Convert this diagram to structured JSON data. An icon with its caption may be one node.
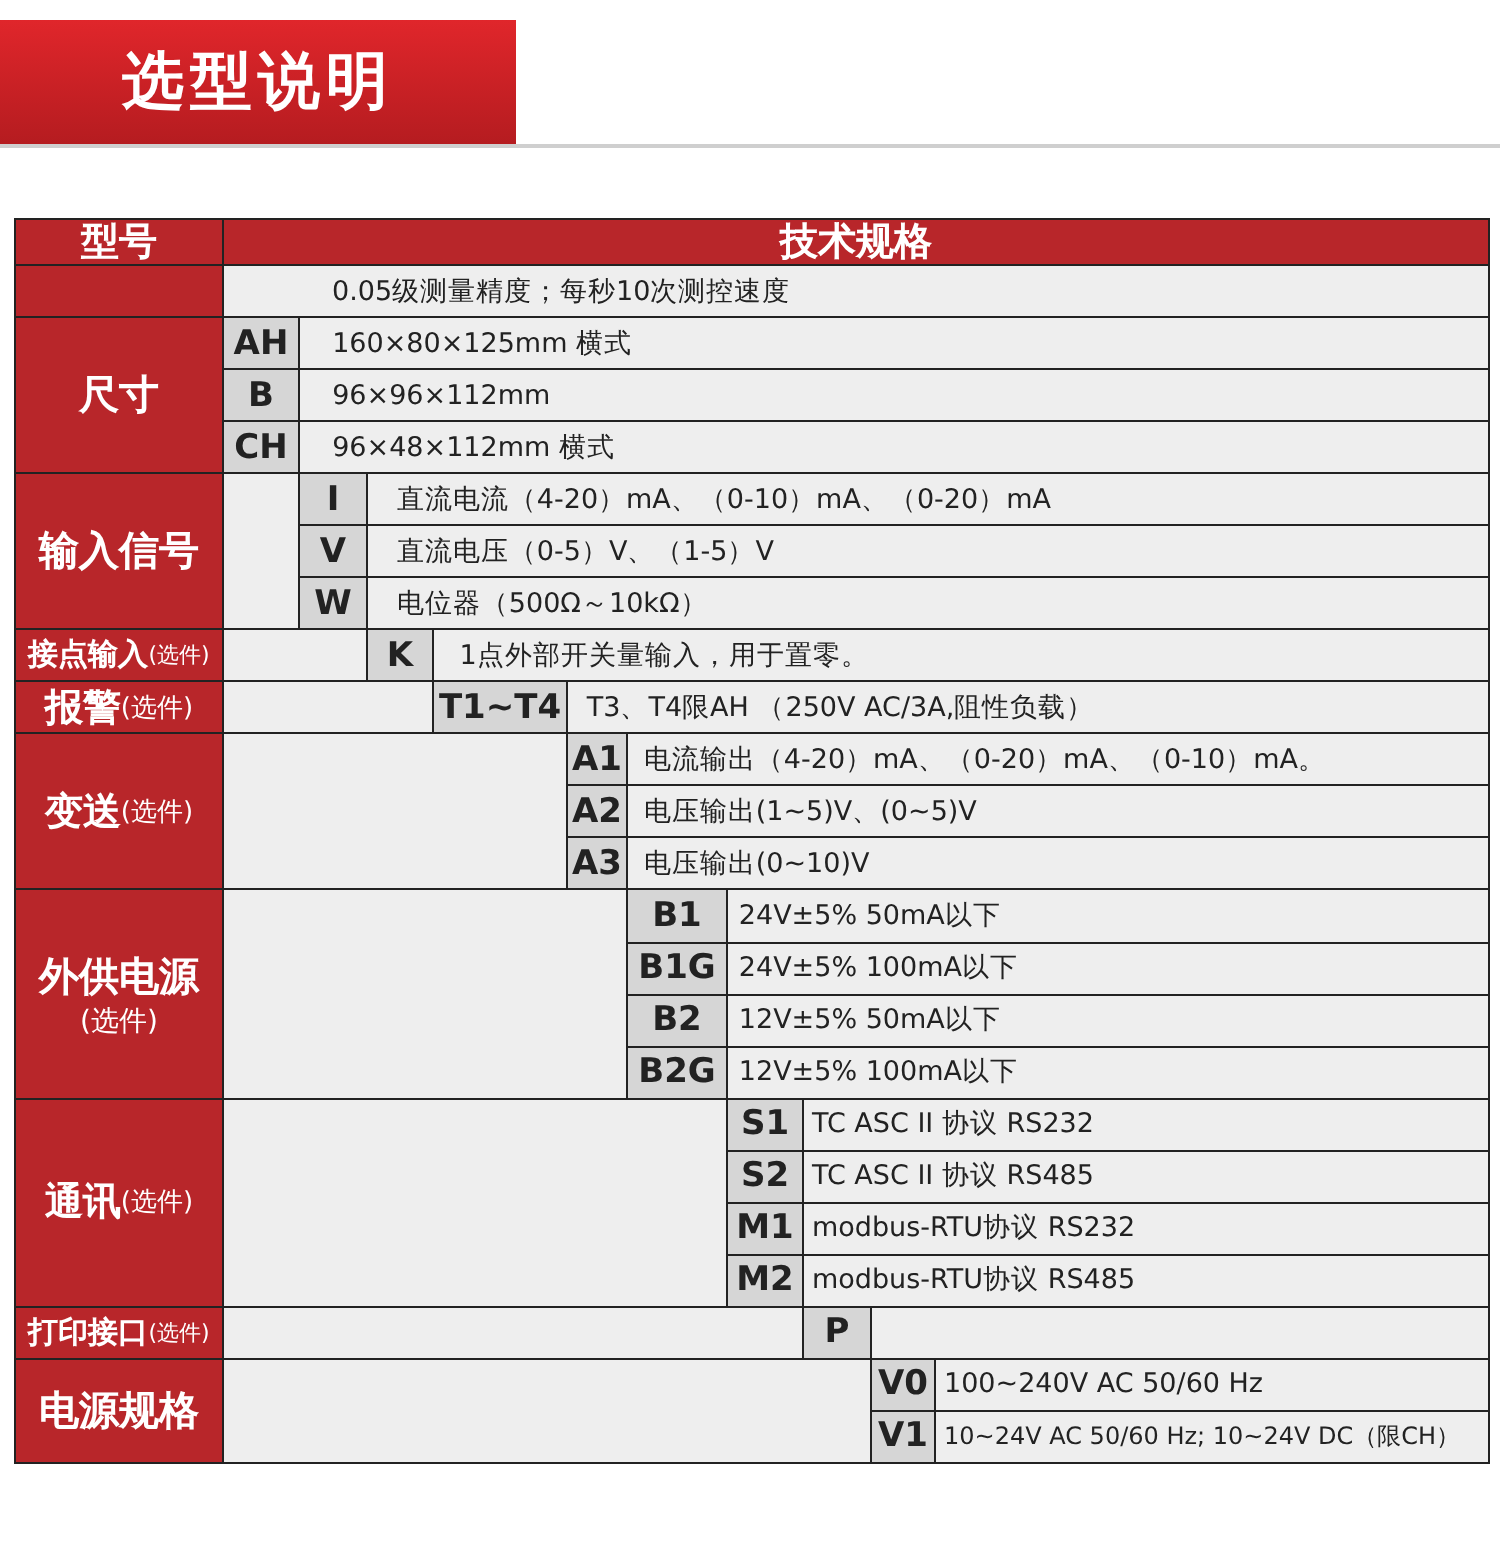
{
  "diagram": {
    "title": "选型说明",
    "labels": [
      "型号",
      "技术规格",
      "0.05级测量精度；每秒10次测控速度",
      "尺寸",
      "AH",
      "160×80×125mm 横式",
      "B",
      "96×96×112mm",
      "CH",
      "96×48×112mm 横式",
      "输入信号",
      "I",
      "直流电流（4-20）mA、（0-10）mA、（0-20）mA",
      "V",
      "直流电压（0-5）V、（1-5）V",
      "W",
      "电位器（500Ω～10kΩ）",
      "接点输入",
      "(选件)",
      "K",
      "1点外部开关量输入，用于置零。",
      "报警",
      "(选件)",
      "T1~T4",
      "T3、T4限AH （250V AC/3A,阻性负载）",
      "变送",
      "(选件)",
      "A1",
      "电流输出（4-20）mA、（0-20）mA、（0-10）mA。",
      "A2",
      "电压输出(1~5)V、(0~5)V",
      "A3",
      "电压输出(0~10)V",
      "外供电源",
      "(选件)",
      "B1",
      "24V±5% 50mA以下",
      "B1G",
      "24V±5% 100mA以下",
      "B2",
      "12V±5% 50mA以下",
      "B2G",
      "12V±5% 100mA以下",
      "通讯",
      "(选件)",
      "S1",
      "TC ASC II 协议 RS232",
      "S2",
      "TC ASC II 协议 RS485",
      "M1",
      "modbus-RTU协议 RS232",
      "M2",
      "modbus-RTU协议 RS485",
      "打印接口",
      "(选件)",
      "P",
      "电源规格",
      "V0",
      "100~240V AC 50/60 Hz",
      "V1",
      "10~24V AC 50/60 Hz; 10~24V DC（限CH）"
    ]
  }
}
